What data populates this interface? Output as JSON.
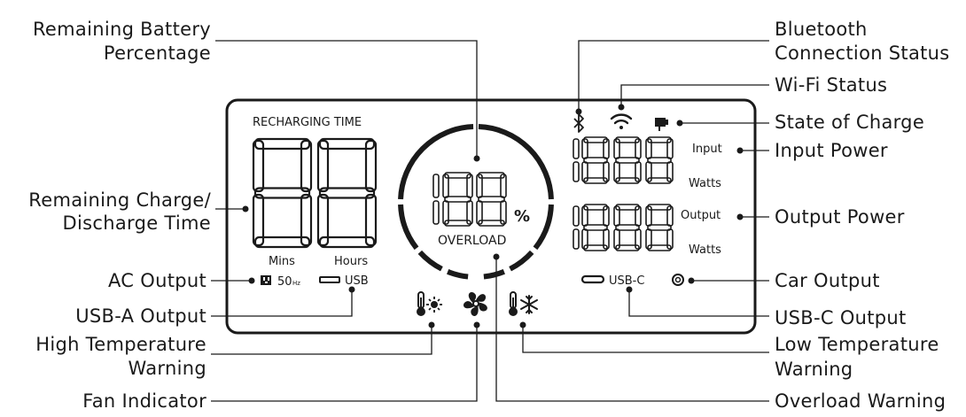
{
  "panel": {
    "recharging_time_label": "RECHARGING TIME",
    "mins_label": "Mins",
    "hours_label": "Hours",
    "ac_freq_label": "50",
    "ac_freq_unit": "Hz",
    "usb_a_label": "USB",
    "percent_sign": "%",
    "overload_label": "OVERLOAD",
    "input_label": "Input",
    "output_label": "Output",
    "watts_label_1": "Watts",
    "watts_label_2": "Watts",
    "usb_c_label": "USB-C"
  },
  "callouts": {
    "battery_line1": "Remaining Battery",
    "battery_line2": "Percentage",
    "charge_time_line1": "Remaining Charge/",
    "charge_time_line2": "Discharge Time",
    "ac_output": "AC Output",
    "usb_a_output": "USB-A Output",
    "high_temp_line1": "High Temperature",
    "high_temp_line2": "Warning",
    "fan_indicator": "Fan Indicator",
    "bluetooth_line1": "Bluetooth",
    "bluetooth_line2": "Connection Status",
    "wifi_status": "Wi-Fi Status",
    "state_of_charge": "State of Charge",
    "input_power": "Input Power",
    "output_power": "Output Power",
    "car_output": "Car Output",
    "usb_c_output": "USB-C Output",
    "low_temp_line1": "Low Temperature",
    "low_temp_line2": "Warning",
    "overload_warning": "Overload Warning"
  },
  "icons": {
    "bluetooth": "bluetooth-icon",
    "wifi": "wifi-icon",
    "state_of_charge": "state-of-charge-icon",
    "ac_outlet": "ac-outlet-icon",
    "usb_a": "usb-a-port-icon",
    "usb_c": "usb-c-port-icon",
    "car": "car-output-icon",
    "high_temp": "thermometer-sun-icon",
    "fan": "fan-icon",
    "low_temp": "thermometer-snowflake-icon"
  },
  "colors": {
    "ink": "#1a1a1a",
    "background": "#ffffff"
  }
}
